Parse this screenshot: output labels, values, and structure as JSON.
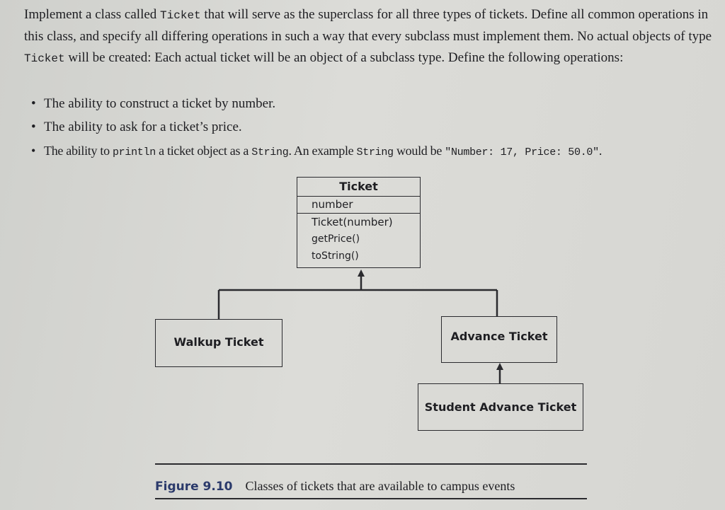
{
  "intro": {
    "t1": "Implement a class called ",
    "code1": "Ticket",
    "t2": " that will serve as the superclass for all three types of tickets. Define all common operations in this class, and specify all differing operations in such a way that every subclass must implement them. No actual objects of type ",
    "code2": "Ticket",
    "t3": " will be created: Each actual ticket will be an object of a subclass type. Define the following operations:"
  },
  "bullets": [
    {
      "text": "The ability to construct a ticket by number."
    },
    {
      "text": "The ability to ask for a ticket’s price."
    },
    {
      "pre": "The ability to ",
      "code_a": "println",
      "mid": " a ticket object as a ",
      "code_b": "String",
      "mid2": ". An example ",
      "code_c": "String",
      "mid3": " would be ",
      "code_d": "\"Number: 17, Price: 50.0\"",
      "end": "."
    }
  ],
  "diagram": {
    "ticket": {
      "name": "Ticket",
      "attribute": "number",
      "operations": [
        "Ticket(number)",
        "getPrice()",
        "toString()"
      ]
    },
    "walkup": "Walkup Ticket",
    "advance": "Advance Ticket",
    "student": "Student Advance Ticket"
  },
  "caption": {
    "label": "Figure 9.10",
    "text": "Classes of tickets that are available to campus events"
  }
}
